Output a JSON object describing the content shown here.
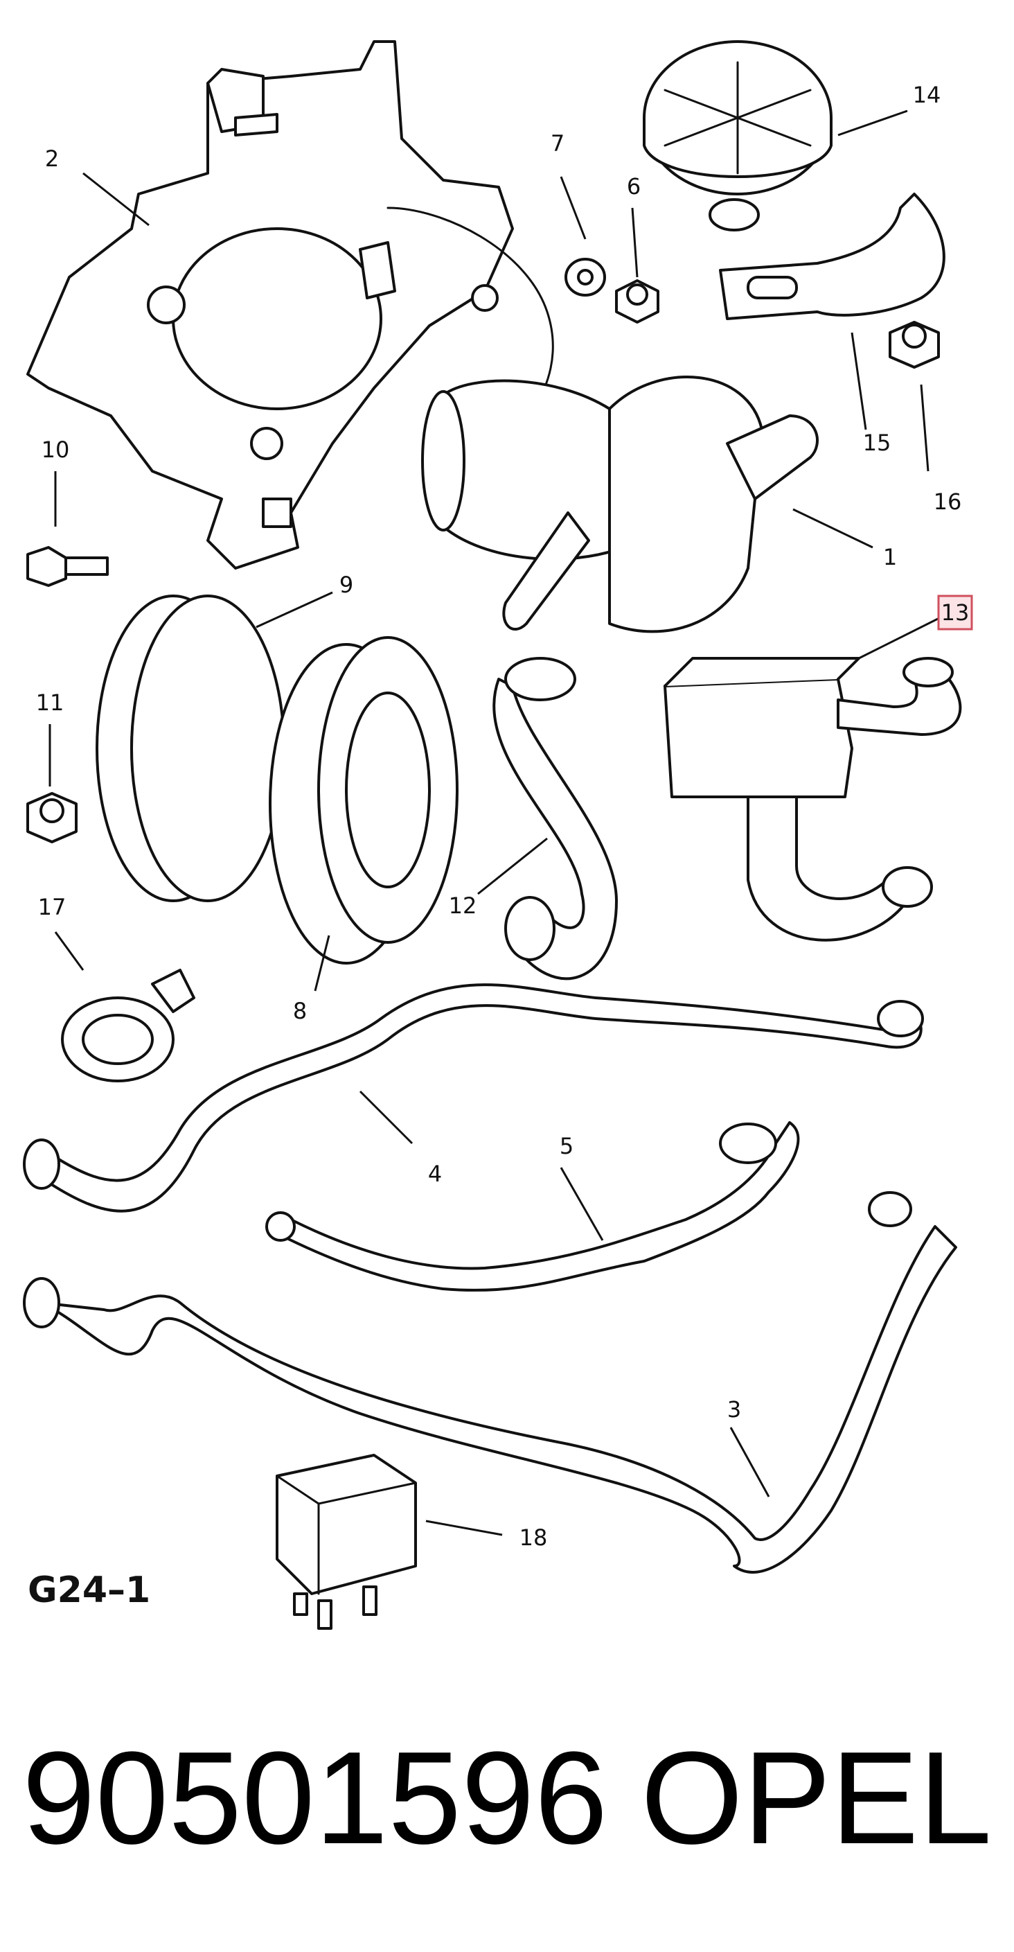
{
  "figure_code": "G24–1",
  "part_number": "90501596",
  "brand": "OPEL",
  "highlighted_callout": "13",
  "callouts": [
    "1",
    "2",
    "3",
    "4",
    "5",
    "6",
    "7",
    "8",
    "9",
    "10",
    "11",
    "12",
    "13",
    "14",
    "15",
    "16",
    "17",
    "18"
  ]
}
